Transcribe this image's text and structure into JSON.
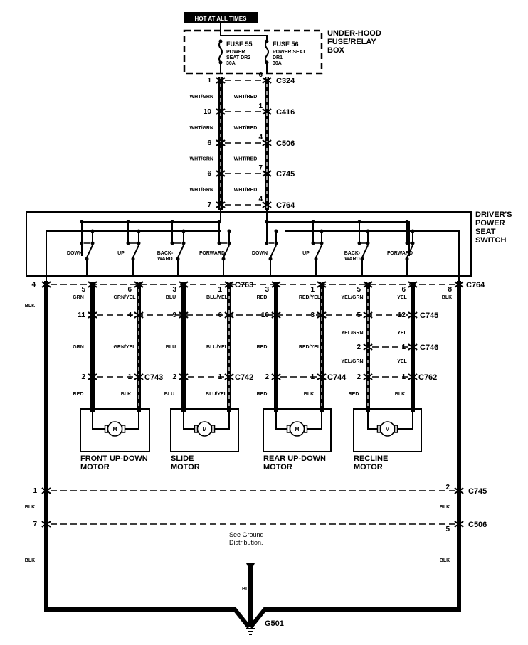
{
  "title": "Driver's Power Seat Wiring Diagram",
  "power_banner": "HOT AT ALL TIMES",
  "fuse_box": {
    "label": [
      "UNDER-HOOD",
      "FUSE/RELAY",
      "BOX"
    ],
    "fuses": [
      {
        "name": "FUSE 55",
        "desc": [
          "POWER",
          "SEAT DR2",
          "30A"
        ]
      },
      {
        "name": "FUSE 56",
        "desc": [
          "POWER SEAT",
          "DR1",
          "30A"
        ]
      }
    ]
  },
  "supply_connectors": [
    {
      "name": "C324",
      "left_pin": "1",
      "right_pin": "6"
    },
    {
      "name": "C416",
      "left_pin": "10",
      "right_pin": "1"
    },
    {
      "name": "C506",
      "left_pin": "6",
      "right_pin": "4"
    },
    {
      "name": "C745",
      "left_pin": "6",
      "right_pin": "7"
    },
    {
      "name": "C764",
      "left_pin": "7",
      "right_pin": "4"
    }
  ],
  "supply_wires": {
    "left": "WHT/GRN",
    "right": "WHT/RED"
  },
  "switch": {
    "label": [
      "DRIVER'S",
      "POWER",
      "SEAT",
      "SWITCH"
    ],
    "positions_left": [
      "DOWN",
      "UP",
      "BACK-\nWARD",
      "FORWARD"
    ],
    "positions_right": [
      "DOWN",
      "UP",
      "BACK-\nWARD",
      "FORWARD"
    ]
  },
  "c763": {
    "name": "C763",
    "pins": [
      "4",
      "5",
      "6",
      "3",
      "1"
    ]
  },
  "c764_lower": {
    "name": "C764",
    "pins": [
      "3",
      "1",
      "5",
      "6",
      "8"
    ]
  },
  "wires_upper": [
    "BLK",
    "GRN",
    "GRN/YEL",
    "BLU",
    "BLU/YEL",
    "RED",
    "RED/YEL",
    "YEL/GRN",
    "YEL",
    "BLK"
  ],
  "c745_mid": {
    "name": "C745",
    "pins": [
      "11",
      "4",
      "9",
      "6",
      "10",
      "3",
      "5",
      "12"
    ]
  },
  "wires_middle": [
    "GRN",
    "GRN/YEL",
    "BLU",
    "BLU/YEL",
    "RED",
    "RED/YEL",
    "YEL/GRN",
    "YEL"
  ],
  "c746": {
    "name": "C746",
    "pins": [
      "2",
      "1"
    ]
  },
  "wires_c746_lower": [
    "YEL/GRN",
    "YEL"
  ],
  "motor_connectors": [
    {
      "name": "C743",
      "pins": [
        "2",
        "1"
      ],
      "wires": [
        "RED",
        "BLK"
      ]
    },
    {
      "name": "C742",
      "pins": [
        "2",
        "1"
      ],
      "wires": [
        "BLU",
        "BLU/YEL"
      ]
    },
    {
      "name": "C744",
      "pins": [
        "2",
        "1"
      ],
      "wires": [
        "RED",
        "BLK"
      ]
    },
    {
      "name": "C762",
      "pins": [
        "2",
        "1"
      ],
      "wires": [
        "RED",
        "BLK"
      ]
    }
  ],
  "motors": [
    {
      "label": [
        "FRONT UP-DOWN",
        "MOTOR"
      ],
      "symbol": "M"
    },
    {
      "label": [
        "SLIDE",
        "MOTOR"
      ],
      "symbol": "M"
    },
    {
      "label": [
        "REAR UP-DOWN",
        "MOTOR"
      ],
      "symbol": "M"
    },
    {
      "label": [
        "RECLINE",
        "MOTOR"
      ],
      "symbol": "M"
    }
  ],
  "ground_connectors": [
    {
      "name": "C745",
      "left_pin": "1",
      "right_pin": "2"
    },
    {
      "name": "C506",
      "left_pin": "7",
      "right_pin": "5"
    }
  ],
  "ground_wire": "BLK",
  "ground_note": [
    "See Ground",
    "Distribution."
  ],
  "ground_point": "G501"
}
